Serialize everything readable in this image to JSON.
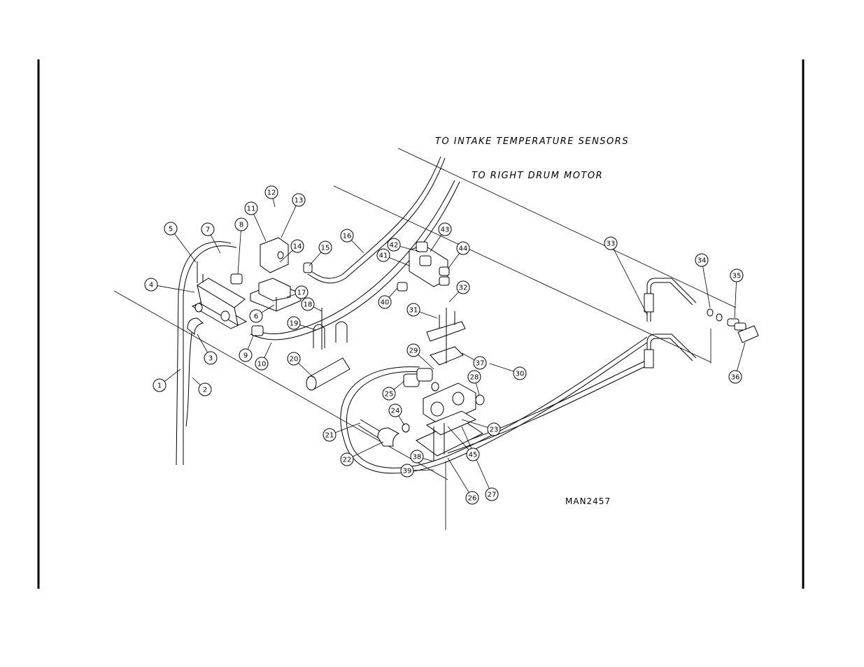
{
  "notes": {
    "intake": "TO INTAKE TEMPERATURE SENSORS",
    "drum": "TO RIGHT DRUM MOTOR"
  },
  "drawing_number": "MAN2457",
  "callouts": [
    "1",
    "2",
    "3",
    "4",
    "5",
    "6",
    "7",
    "8",
    "9",
    "10",
    "11",
    "12",
    "13",
    "14",
    "15",
    "16",
    "17",
    "18",
    "19",
    "20",
    "21",
    "22",
    "23",
    "24",
    "25",
    "26",
    "27",
    "28",
    "29",
    "30",
    "31",
    "32",
    "33",
    "34",
    "35",
    "36",
    "37",
    "38",
    "39",
    "40",
    "41",
    "42",
    "43",
    "44",
    "45"
  ]
}
